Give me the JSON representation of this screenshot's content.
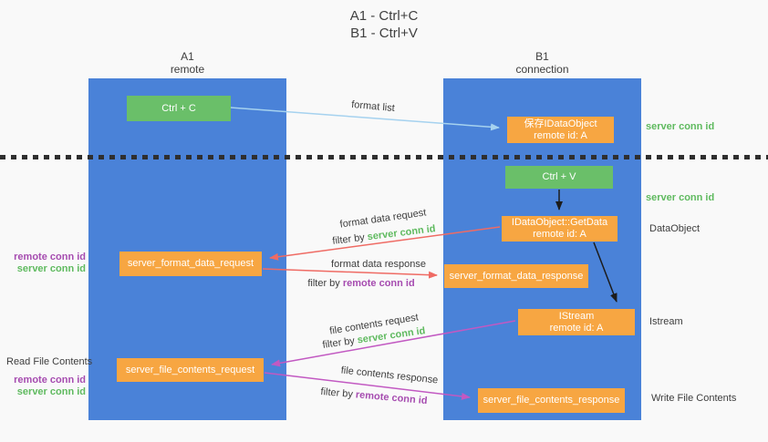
{
  "title": {
    "line1": "A1 - Ctrl+C",
    "line2": "B1 - Ctrl+V"
  },
  "lanes": {
    "left": {
      "name": "A1",
      "subtitle": "remote"
    },
    "right": {
      "name": "B1",
      "subtitle": "connection"
    }
  },
  "nodes": {
    "ctrl_c": {
      "label": "Ctrl + C"
    },
    "ctrl_v": {
      "label": "Ctrl + V"
    },
    "save_idataobject": {
      "line1": "保存IDataObject",
      "line2": "remote id: A"
    },
    "idataobject_getdata": {
      "line1": "IDataObject::GetData",
      "line2": "remote id: A"
    },
    "istream": {
      "line1": "IStream",
      "line2": "remote id: A"
    },
    "server_format_data_request": {
      "label": "server_format_data_request"
    },
    "server_format_data_response": {
      "label": "server_format_data_response"
    },
    "server_file_contents_request": {
      "label": "server_file_contents_request"
    },
    "server_file_contents_response": {
      "label": "server_file_contents_response"
    }
  },
  "edge_labels": {
    "format_list": "format list",
    "format_data_request": "format data request",
    "format_data_response": "format data response",
    "file_contents_request": "file contents request",
    "file_contents_response": "file contents response",
    "filter_by": "filter by ",
    "server_conn_id": "server conn id",
    "remote_conn_id": "remote conn id"
  },
  "side_labels": {
    "right_top_server_conn_id": "server conn id",
    "right_mid_server_conn_id": "server conn id",
    "right_dataobject": "DataObject",
    "right_istream": "Istream",
    "right_write_file_contents": "Write File Contents",
    "left_format_remote_conn_id": "remote conn id",
    "left_format_server_conn_id": "server conn id",
    "left_read_file_contents": "Read File Contents",
    "left_file_remote_conn_id": "remote conn id",
    "left_file_server_conn_id": "server conn id"
  },
  "colors": {
    "lane_fill": "#4a82d8",
    "green_node": "#6abf69",
    "orange_node": "#f7a642",
    "server_conn_id_text": "#5fba5f",
    "remote_conn_id_text": "#a64cb0",
    "format_arrow_red": "#ef6b64",
    "file_arrow_magenta": "#c259c2",
    "format_list_arrow_blue": "#a6d2ef",
    "black_arrow": "#1c1c1c"
  }
}
